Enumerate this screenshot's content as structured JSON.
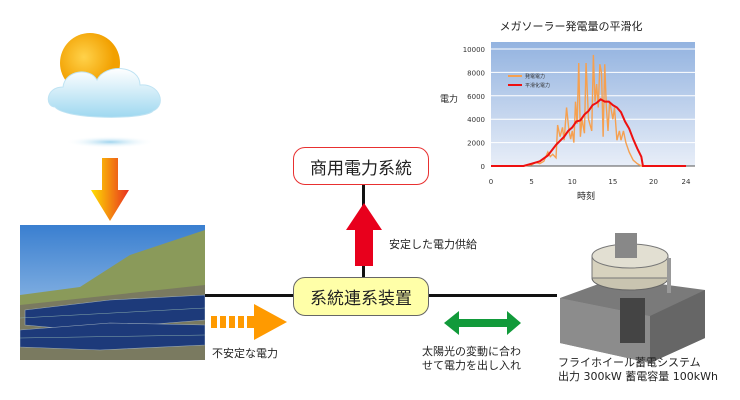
{
  "labels": {
    "grid_box": "商用電力系統",
    "interconnect_box": "系統連系装置",
    "stable_supply": "安定した電力供給",
    "unstable_power": "不安定な電力",
    "flywheel_note_1": "太陽光の変動に合わ",
    "flywheel_note_2": "せて電力を出し入れ",
    "flywheel_name": "フライホイール蓄電システム",
    "flywheel_spec": "出力 300kW 蓄電容量 100kWh"
  },
  "colors": {
    "up_arrow": "#e8001c",
    "unstable_arrow": "#ff9a00",
    "bidirectional_arrow": "#119a3a",
    "interconnect_fill": "#ffffa8",
    "grid_border": "#e83030"
  },
  "chart_data": {
    "type": "line",
    "title": "メガソーラー発電量の平滑化",
    "xlabel": "時刻",
    "ylabel": "電力",
    "xlim": [
      0,
      24
    ],
    "ylim": [
      0,
      10000
    ],
    "xticks": [
      0,
      5,
      10,
      15,
      20,
      24
    ],
    "yticks": [
      0,
      2000,
      4000,
      6000,
      8000,
      10000
    ],
    "legend_position": "upper-left",
    "series": [
      {
        "name": "発電電力",
        "color": "#f5a050",
        "x": [
          0,
          4,
          5,
          5.5,
          6,
          6.5,
          7,
          7.3,
          7.6,
          8,
          8.2,
          8.5,
          8.8,
          9,
          9.3,
          9.6,
          9.8,
          10,
          10.2,
          10.4,
          10.6,
          10.8,
          11,
          11.2,
          11.5,
          11.7,
          12,
          12.2,
          12.4,
          12.6,
          12.8,
          13,
          13.2,
          13.4,
          13.6,
          13.8,
          14,
          14.2,
          14.4,
          14.6,
          14.8,
          15,
          15.2,
          15.5,
          15.8,
          16,
          16.3,
          16.6,
          17,
          17.5,
          18,
          18.5,
          19,
          24
        ],
        "y": [
          0,
          0,
          100,
          300,
          200,
          400,
          1200,
          800,
          1000,
          700,
          3500,
          2500,
          3300,
          2200,
          5000,
          3000,
          2300,
          3000,
          2000,
          5500,
          3600,
          8800,
          2500,
          4000,
          2800,
          8800,
          4000,
          3500,
          3000,
          9500,
          5500,
          7000,
          5000,
          8700,
          8000,
          2500,
          8700,
          5000,
          3000,
          5500,
          4800,
          4000,
          5000,
          2200,
          3000,
          2200,
          3000,
          2000,
          1200,
          500,
          200,
          0,
          0,
          0
        ]
      },
      {
        "name": "平滑化電力",
        "color": "#ee1010",
        "x": [
          0,
          4,
          5,
          6,
          7,
          8,
          9,
          9.5,
          10,
          10.5,
          11,
          11.5,
          12,
          12.5,
          13,
          13.5,
          14,
          14.5,
          15,
          15.5,
          16,
          16.5,
          17,
          17.5,
          18,
          18.5,
          18.7,
          19,
          24
        ],
        "y": [
          0,
          0,
          200,
          400,
          900,
          1800,
          2500,
          3000,
          3300,
          3800,
          3900,
          4400,
          4700,
          5200,
          5400,
          5700,
          5500,
          5500,
          5200,
          5000,
          4600,
          3800,
          3200,
          2300,
          1500,
          800,
          0,
          0,
          0
        ]
      }
    ]
  }
}
